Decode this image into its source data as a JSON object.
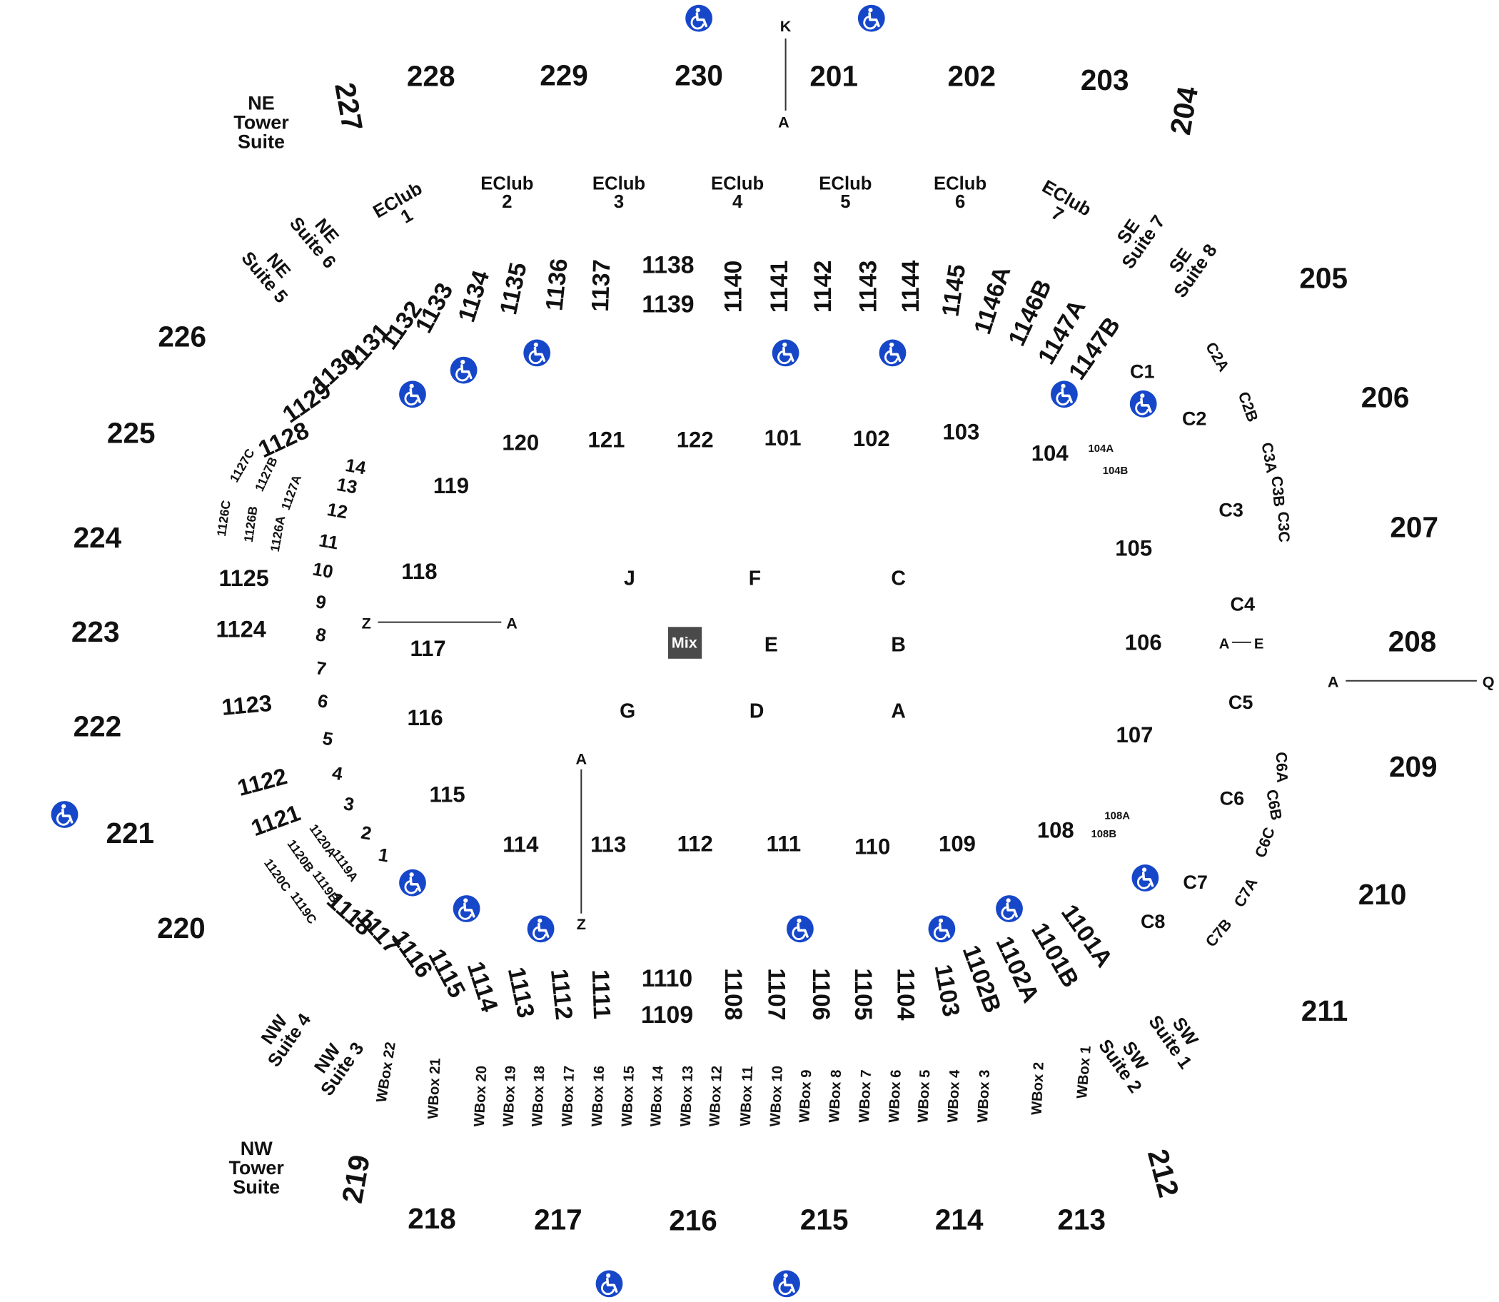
{
  "venue_map": {
    "colors": {
      "text": "#111111",
      "accessible_icon": "#1747c9",
      "mix": "#4a4a4a"
    },
    "icon_name": "wheelchair-accessible-icon",
    "upper_sections": [
      "201",
      "202",
      "203",
      "204",
      "205",
      "206",
      "207",
      "208",
      "209",
      "210",
      "211",
      "212",
      "213",
      "214",
      "215",
      "216",
      "217",
      "218",
      "219",
      "220",
      "221",
      "222",
      "223",
      "224",
      "225",
      "226",
      "227",
      "228",
      "229",
      "230"
    ],
    "floor_sections": [
      "101",
      "102",
      "103",
      "104",
      "105",
      "106",
      "107",
      "108",
      "109",
      "110",
      "111",
      "112",
      "113",
      "114",
      "115",
      "116",
      "117",
      "118",
      "119",
      "120",
      "121",
      "122"
    ],
    "suites_and_clubs": [
      "NE Tower Suite",
      "NE Suite 5",
      "NE Suite 6",
      "EClub 1",
      "EClub 2",
      "EClub 3",
      "EClub 4",
      "EClub 5",
      "EClub 6",
      "EClub 7",
      "SE Suite 7",
      "SE Suite 8",
      "NW Suite 4",
      "NW Suite 3",
      "SW Suite 1",
      "SW Suite 2",
      "NW Tower Suite"
    ],
    "floor_markers": [
      "J",
      "F",
      "C",
      "E",
      "B",
      "G",
      "D",
      "A"
    ],
    "mix_label": "Mix"
  }
}
